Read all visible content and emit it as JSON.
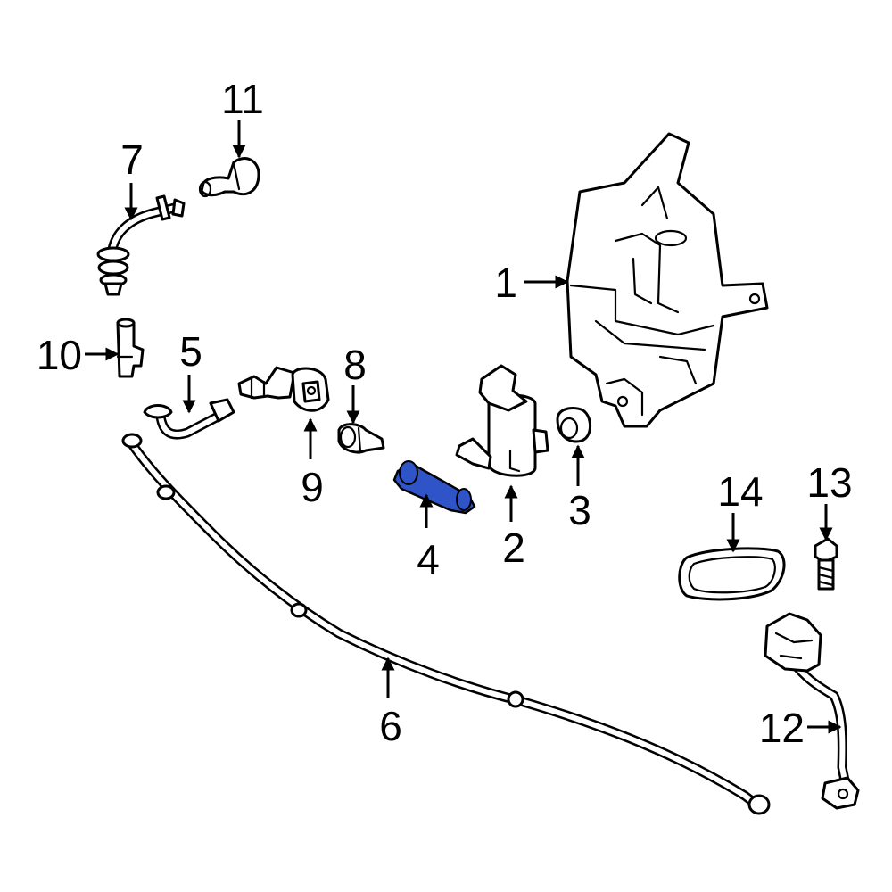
{
  "highlight_color": "#2f54c8",
  "callouts": [
    {
      "id": "1",
      "label": "1"
    },
    {
      "id": "2",
      "label": "2"
    },
    {
      "id": "3",
      "label": "3"
    },
    {
      "id": "4",
      "label": "4"
    },
    {
      "id": "5",
      "label": "5"
    },
    {
      "id": "6",
      "label": "6"
    },
    {
      "id": "7",
      "label": "7"
    },
    {
      "id": "8",
      "label": "8"
    },
    {
      "id": "9",
      "label": "9"
    },
    {
      "id": "10",
      "label": "10"
    },
    {
      "id": "11",
      "label": "11"
    },
    {
      "id": "12",
      "label": "12"
    },
    {
      "id": "13",
      "label": "13"
    },
    {
      "id": "14",
      "label": "14"
    }
  ]
}
